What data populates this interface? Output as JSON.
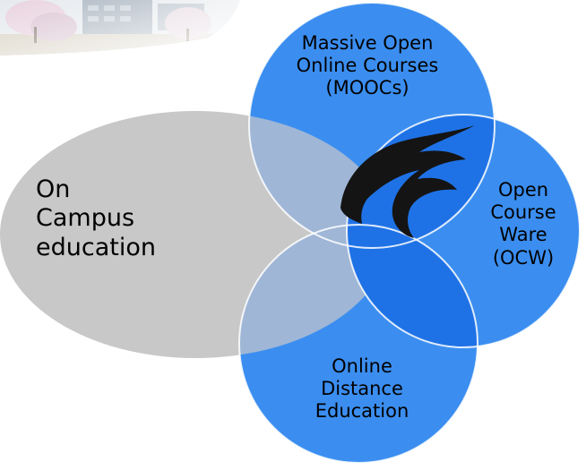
{
  "diagram": {
    "circles": [
      {
        "id": "on-campus",
        "lines": [
          "On",
          "Campus",
          "education"
        ],
        "fill": "#c8c8c8"
      },
      {
        "id": "moocs",
        "lines": [
          "Massive Open",
          "Online Courses",
          "(MOOCs)"
        ],
        "fill": "#3b8ef0"
      },
      {
        "id": "ocw",
        "lines": [
          "Open",
          "Course",
          "Ware",
          "(OCW)"
        ],
        "fill": "#3b8ef0"
      },
      {
        "id": "ode",
        "lines": [
          "Online",
          "Distance",
          "Education"
        ],
        "fill": "#3b8ef0"
      }
    ],
    "center_icon": "flame-logo-icon",
    "corner_image": "campus-photo"
  },
  "colors": {
    "grey": "#c8c8c8",
    "blue": "#3b8ef0",
    "blue_dark": "#1b6fe0",
    "overlap_blue_grey": "#9bb3d6",
    "logo": "#141414"
  }
}
